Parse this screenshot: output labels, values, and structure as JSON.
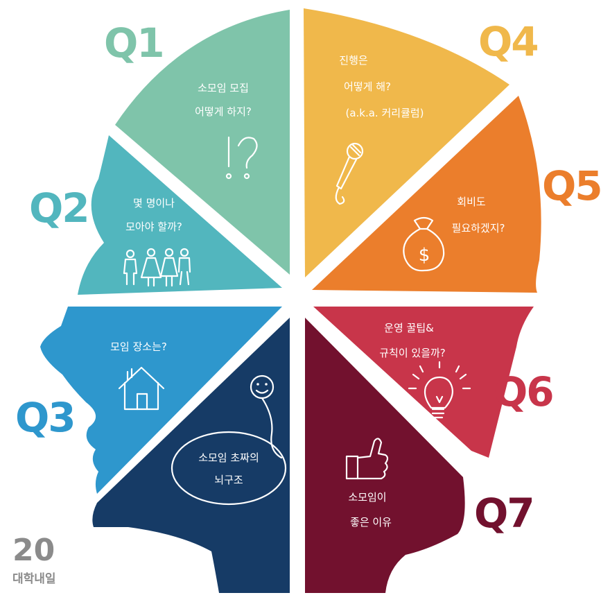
{
  "segments": {
    "q1": {
      "label": "Q1",
      "lines": [
        "소모임 모집",
        "어떻게 하지?"
      ],
      "color": "#7fc4aa"
    },
    "q2": {
      "label": "Q2",
      "lines": [
        "몇 명이나",
        "모아야 할까?"
      ],
      "color": "#52b6be"
    },
    "q3": {
      "label": "Q3",
      "lines": [
        "모임 장소는?"
      ],
      "color": "#2e97cd"
    },
    "center": {
      "lines": [
        "소모임 초짜의",
        "뇌구조"
      ],
      "color": "#163b66"
    },
    "q4": {
      "label": "Q4",
      "lines": [
        "진행은",
        "어떻게 해?",
        "(a.k.a. 커리큘럼)"
      ],
      "color": "#f0b84b"
    },
    "q5": {
      "label": "Q5",
      "lines": [
        "회비도",
        "필요하겠지?"
      ],
      "color": "#eb7e2c"
    },
    "q6": {
      "label": "Q6",
      "lines": [
        "운영 꿀팁&",
        "규칙이 있을까?"
      ],
      "color": "#c8354a"
    },
    "q7": {
      "label": "Q7",
      "lines": [
        "소모임이",
        "좋은 이유"
      ],
      "color": "#72112e"
    }
  },
  "icons": {
    "q1": "exclamation-question-icon",
    "q2": "people-group-icon",
    "q3": "house-icon",
    "center": "smiley-balloon-icon",
    "q4": "microphone-icon",
    "q5": "money-bag-icon",
    "q6": "light-bulb-icon",
    "q7": "thumbs-up-icon"
  },
  "logo": {
    "number": "20",
    "text": "대학내일"
  }
}
